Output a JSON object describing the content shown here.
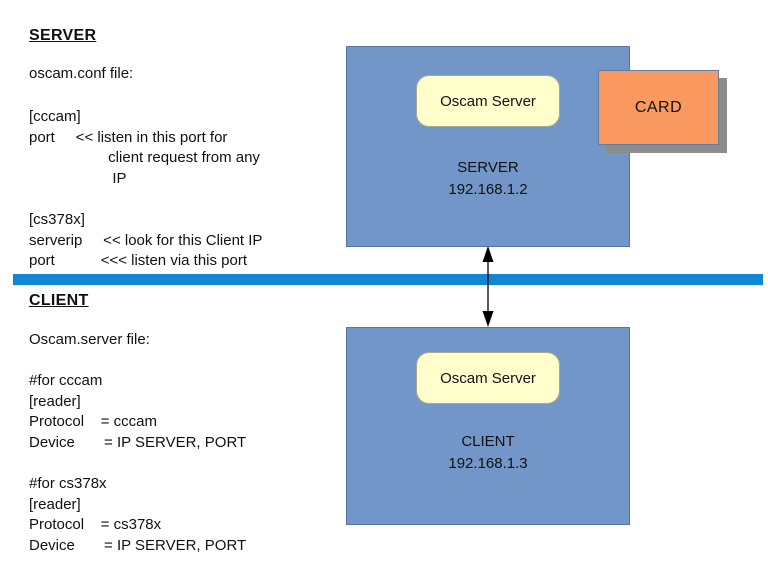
{
  "server_section": {
    "heading": "SERVER",
    "file_label": "oscam.conf file:",
    "config_lines": [
      "[cccam]",
      "port     << listen in this port for",
      "                   client request from any",
      "                    IP",
      "",
      "[cs378x]",
      "serverip     << look for this Client IP",
      "port           <<< listen via this port"
    ]
  },
  "client_section": {
    "heading": "CLIENT",
    "file_label": "Oscam.server file:",
    "config_lines": [
      "#for cccam",
      "[reader]",
      "Protocol    = cccam",
      "Device       = IP SERVER, PORT",
      "",
      "#for cs378x",
      "[reader]",
      "Protocol    = cs378x",
      "Device       = IP SERVER, PORT"
    ]
  },
  "diagram": {
    "server_node": {
      "app_label": "Oscam Server",
      "label": "SERVER\n192.168.1.2",
      "name": "SERVER",
      "ip": "192.168.1.2"
    },
    "client_node": {
      "app_label": "Oscam Server",
      "label": "CLIENT\n192.168.1.3",
      "name": "CLIENT",
      "ip": "192.168.1.3"
    },
    "card_label": "CARD",
    "connection": "bidirectional-arrow"
  },
  "colors": {
    "node_fill": "#7396c8",
    "node_border": "#55779f",
    "pill_fill": "#ffffcc",
    "pill_border": "#a9a98b",
    "card_fill": "#f9995f",
    "card_border": "#5e7ca6",
    "card_shadow": "#8c8c8c",
    "divider": "#1287d1",
    "text": "#111111",
    "background": "#ffffff"
  }
}
